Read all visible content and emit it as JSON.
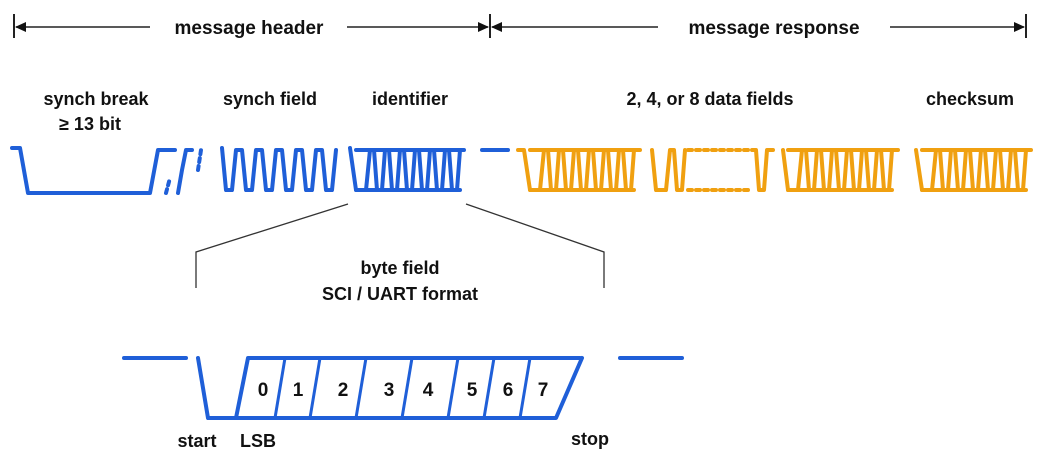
{
  "header_bar": {
    "left_label": "message header",
    "right_label": "message response"
  },
  "fields": {
    "synch_break": {
      "label": "synch break",
      "sublabel": "≥ 13 bit"
    },
    "synch_field": {
      "label": "synch field"
    },
    "identifier": {
      "label": "identifier"
    },
    "data_fields": {
      "label": "2, 4, or 8 data fields"
    },
    "checksum": {
      "label": "checksum"
    }
  },
  "byte_field": {
    "title": "byte field",
    "subtitle": "SCI / UART format",
    "bits": [
      "0",
      "1",
      "2",
      "3",
      "4",
      "5",
      "6",
      "7"
    ],
    "start_label": "start",
    "lsb_label": "LSB",
    "stop_label": "stop"
  },
  "colors": {
    "header_signal": "#1F5FD8",
    "response_signal": "#F0A010",
    "byte_frame": "#1F5FD8",
    "text": "#111111",
    "lines": "#333333"
  }
}
